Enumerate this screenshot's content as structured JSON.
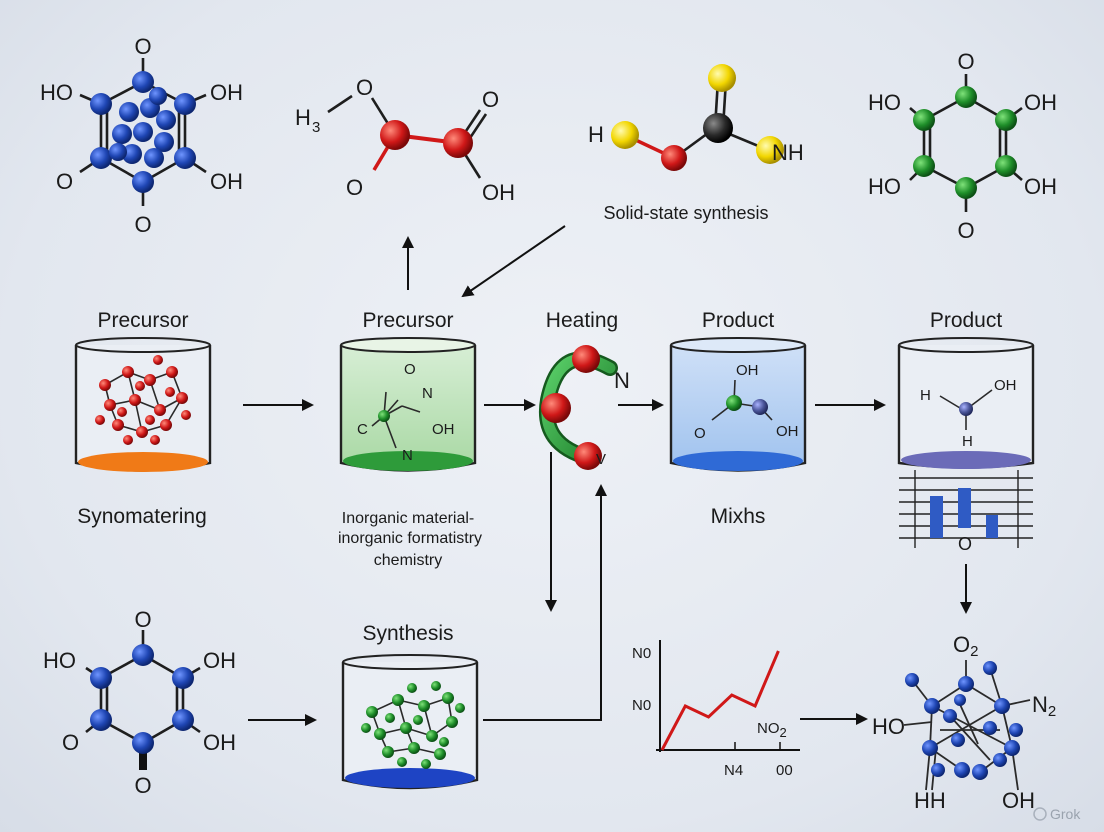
{
  "diagram": {
    "top_label": "Solid-state synthesis",
    "stages": {
      "precursor_1": {
        "title": "Precursor",
        "caption": "Synomatering"
      },
      "precursor_2": {
        "title": "Precursor",
        "caption_lines": [
          "Inorganic material-",
          "inorganic formatistry",
          "chemistry"
        ]
      },
      "heating": {
        "title": "Heating"
      },
      "product_1": {
        "title": "Product",
        "caption": "Mixhs"
      },
      "product_2": {
        "title": "Product"
      },
      "synthesis": {
        "title": "Synthesis"
      }
    },
    "atom_labels": {
      "m1": {
        "o_top": "O",
        "ho_left": "HO",
        "oh_right": "OH",
        "o_left": "O",
        "oh_right2": "OH",
        "o_bottom": "O"
      },
      "m2": {
        "h": "H",
        "sub": "3",
        "o_top": "O",
        "o_right": "O",
        "o_left": "O",
        "oh": "OH"
      },
      "m3": {
        "h": "H",
        "nh": "NH"
      },
      "m4": {
        "o_top": "O",
        "ho_l1": "HO",
        "oh_r1": "OH",
        "ho_l2": "HO",
        "oh_r2": "OH",
        "o_bottom": "O"
      },
      "beaker2": {
        "o": "O",
        "n1": "N",
        "c": "C",
        "n2": "N",
        "oh": "OH"
      },
      "heat": {
        "n": "N",
        "v": "V"
      },
      "beaker3": {
        "oh_top": "OH",
        "o": "O",
        "oh": "OH"
      },
      "beaker4": {
        "h1": "H",
        "oh": "OH",
        "h2": "H",
        "o": "O"
      },
      "m5": {
        "o_top": "O",
        "ho_l1": "HO",
        "oh_r1": "OH",
        "o_l2": "O",
        "oh_r2": "OH",
        "o_bottom": "O"
      },
      "m6": {
        "o2": "O",
        "o2sub": "2",
        "n2": "N",
        "n2sub": "2",
        "ho": "HO",
        "hh": "HH",
        "oh": "OH"
      }
    },
    "watermark": "Grok"
  },
  "chart_data": {
    "type": "line",
    "y_tick_labels": [
      "N0",
      "N0"
    ],
    "x_tick_labels": [
      "N4",
      "00"
    ],
    "annotation": "NO",
    "annotation_sub": "2",
    "series": [
      {
        "values": [
          {
            "x": 0,
            "y": 0
          },
          {
            "x": 1,
            "y": 4
          },
          {
            "x": 2,
            "y": 3
          },
          {
            "x": 3,
            "y": 5
          },
          {
            "x": 4,
            "y": 4
          },
          {
            "x": 5,
            "y": 9
          }
        ]
      }
    ],
    "xlim": [
      0,
      5.5
    ],
    "ylim": [
      0,
      10
    ],
    "colors": {
      "line": "#d01818"
    }
  },
  "colors": {
    "blue_atom": "#1f46b4",
    "green_atom": "#1f8f2a",
    "red_atom": "#d01818",
    "yellow_atom": "#f2d600",
    "black_atom": "#222222",
    "navy_atom": "#4a5599",
    "orange_liquid": "#f07a17",
    "green_liquid": "#2e9b3a",
    "blue_liquid": "#2f6ad6",
    "purple_liquid": "#6b6bb8"
  }
}
